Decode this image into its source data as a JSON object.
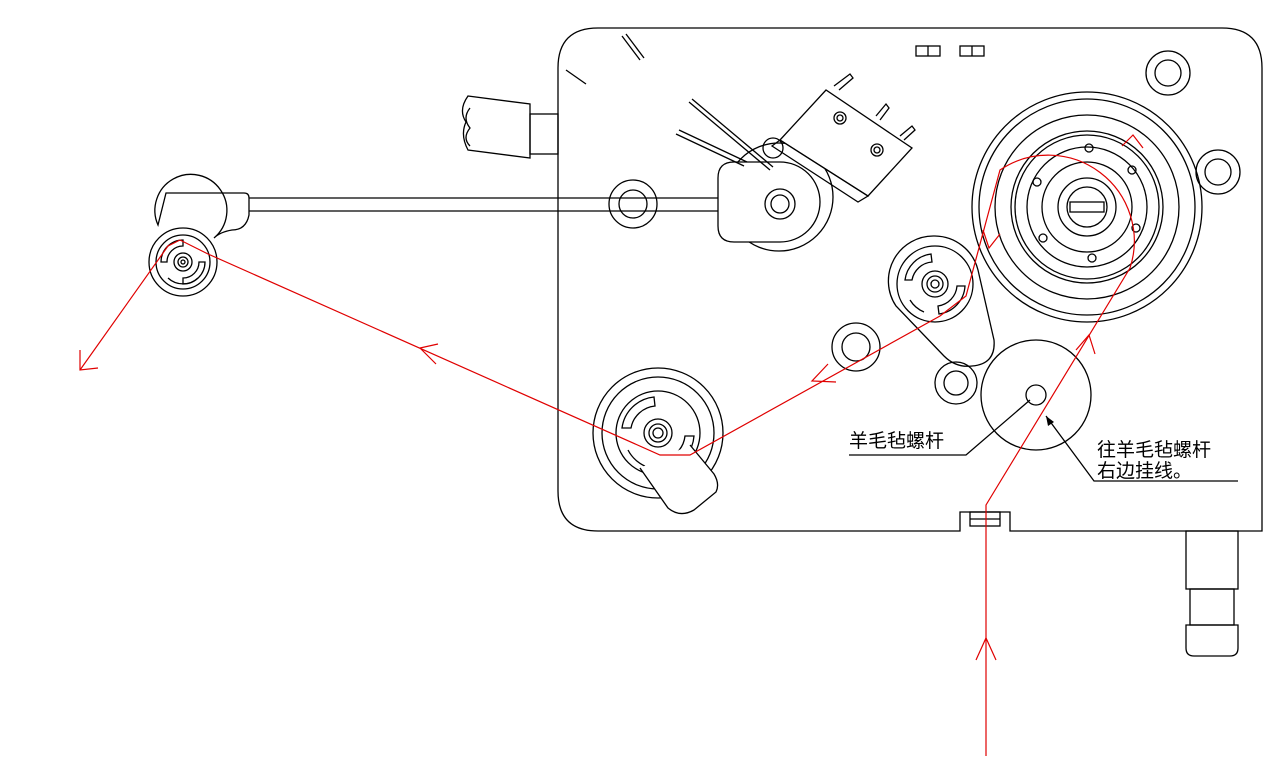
{
  "labels": {
    "felt_screw": "羊毛毡螺杆",
    "hang_note_line1": "往羊毛毡螺杆",
    "hang_note_line2": "右边挂线。"
  },
  "colors": {
    "outline": "#000000",
    "thread": "#e00000",
    "background": "#ffffff"
  }
}
